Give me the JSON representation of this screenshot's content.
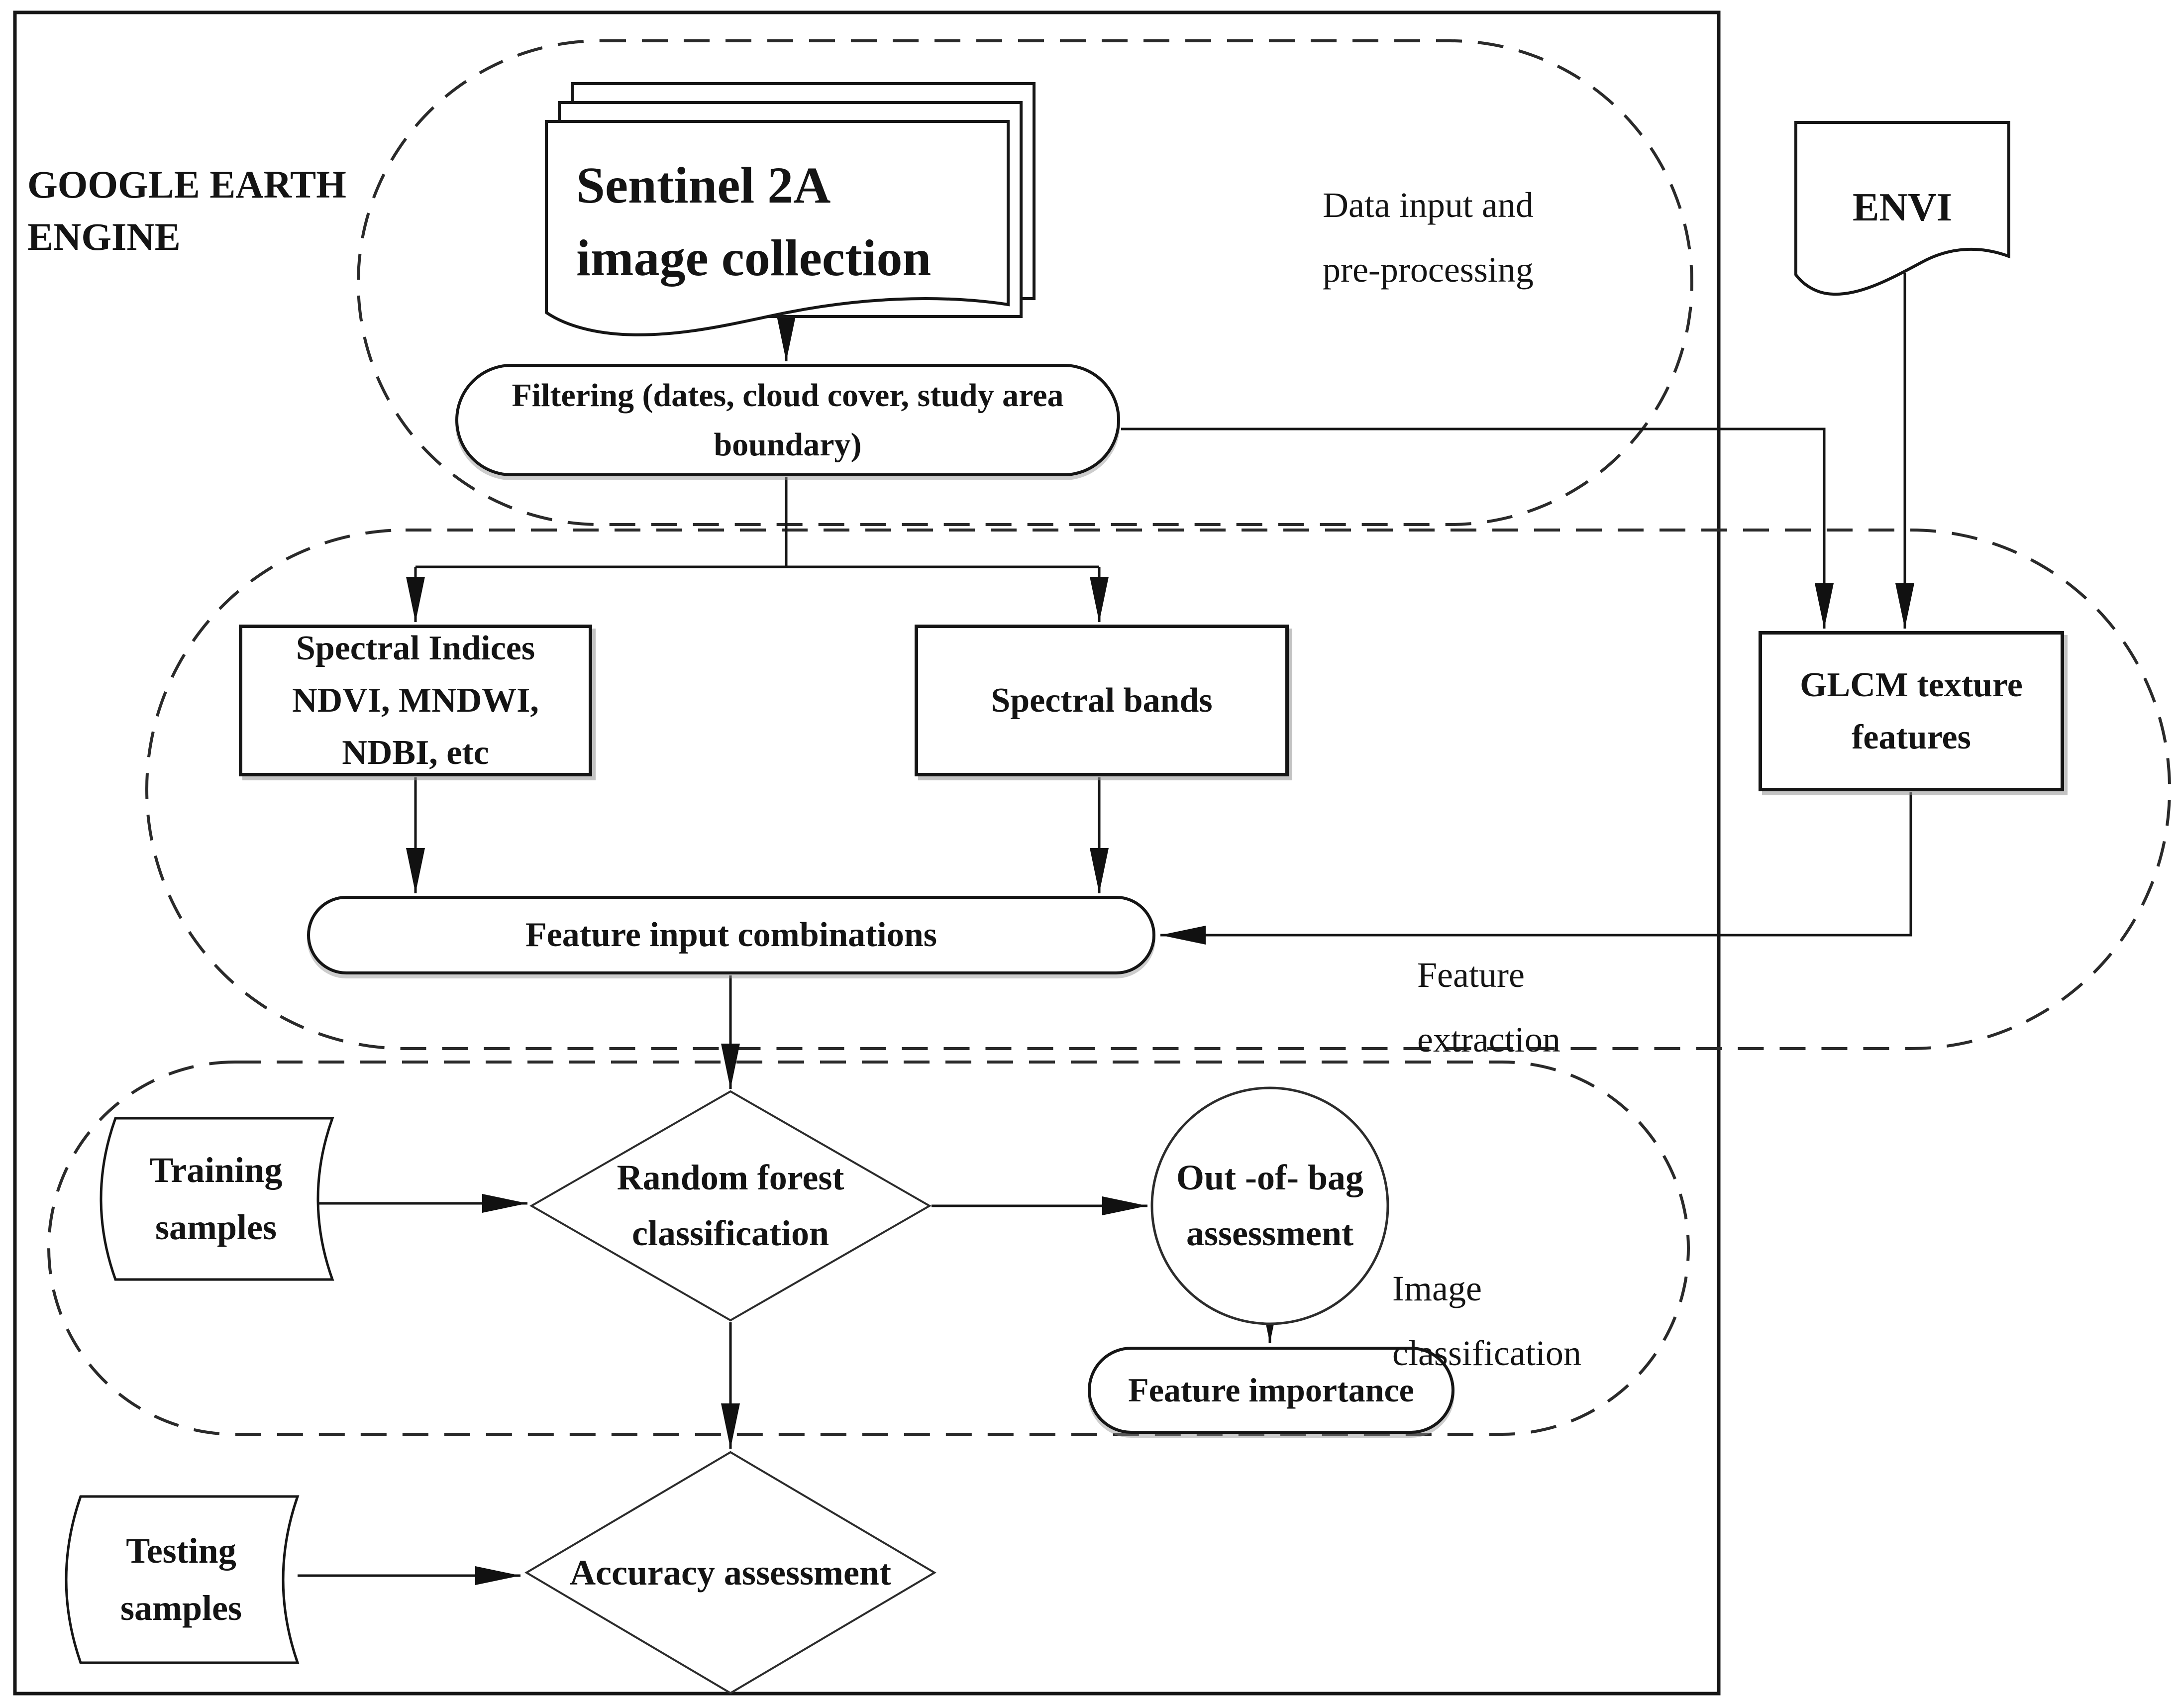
{
  "colors": {
    "ink": "#1a1a1a",
    "shadow": "#919191",
    "background": "#ffffff"
  },
  "header": {
    "engine_label": "GOOGLE EARTH\nENGINE"
  },
  "regions": {
    "preprocessing_label": "Data input and\npre-processing",
    "feature_extraction_label": "Feature\nextraction",
    "image_classification_label": "Image\nclassification"
  },
  "nodes": {
    "sentinel": "Sentinel 2A\nimage collection",
    "filtering": "Filtering (dates, cloud cover, study area\nboundary)",
    "envi": "ENVI",
    "spectral_indices": "Spectral Indices\nNDVI, MNDWI,\nNDBI, etc",
    "spectral_bands": "Spectral bands",
    "glcm": "GLCM texture\nfeatures",
    "feature_input": "Feature input combinations",
    "training": "Training\nsamples",
    "random_forest": "Random forest\nclassification",
    "oob": "Out -of- bag\nassessment",
    "feature_importance": "Feature importance",
    "testing": "Testing\nsamples",
    "accuracy": "Accuracy assessment"
  }
}
